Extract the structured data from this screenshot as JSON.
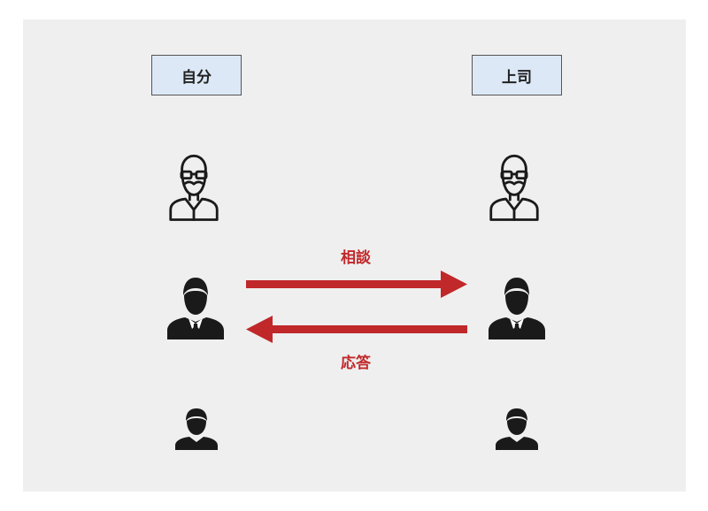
{
  "roles": {
    "left": "自分",
    "right": "上司"
  },
  "arrows": {
    "consult": "相談",
    "reply": "応答"
  },
  "colors": {
    "arrow": "#c0282a",
    "label_bg": "#dce8f6",
    "panel_bg": "#efefef",
    "icon": "#1a1a1a"
  },
  "icons": [
    "elderly-man-glasses-icon",
    "businessman-icon",
    "young-person-icon"
  ]
}
